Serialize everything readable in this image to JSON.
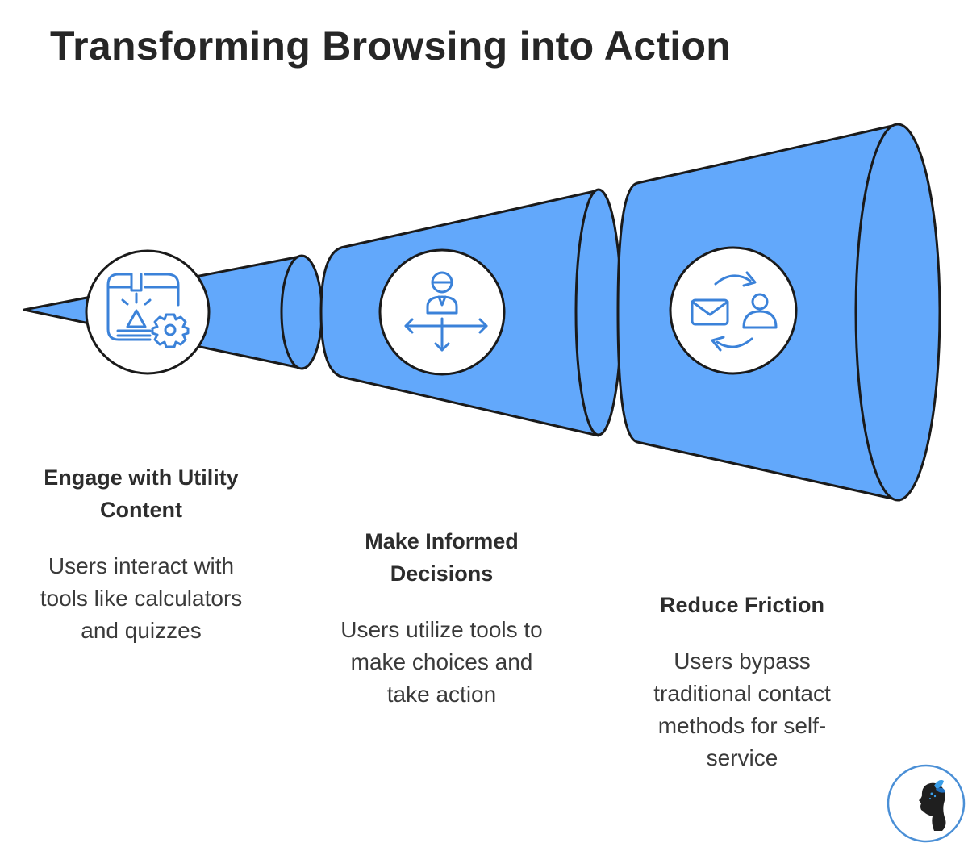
{
  "title": "Transforming Browsing into Action",
  "colors": {
    "cone_fill": "#62a8fb",
    "outline": "#1a1a1a",
    "icon_stroke": "#3b82d9",
    "circle_fill": "#ffffff"
  },
  "steps": [
    {
      "title_line1": "Engage with Utility",
      "title_line2": "Content",
      "desc_line1": "Users interact with",
      "desc_line2": "tools like calculators",
      "desc_line3": "and quizzes",
      "icon": "interactive-tool-gear-icon"
    },
    {
      "title_line1": "Make Informed",
      "title_line2": "Decisions",
      "desc_line1": "Users utilize tools to",
      "desc_line2": "make choices and",
      "desc_line3": "take action",
      "icon": "person-directions-icon"
    },
    {
      "title_line1": "Reduce Friction",
      "desc_line1": "Users bypass",
      "desc_line2": "traditional contact",
      "desc_line3": "methods for self-",
      "desc_line4": "service",
      "icon": "mail-person-exchange-icon"
    }
  ],
  "logo": {
    "icon": "woman-silhouette-butterfly-logo"
  }
}
